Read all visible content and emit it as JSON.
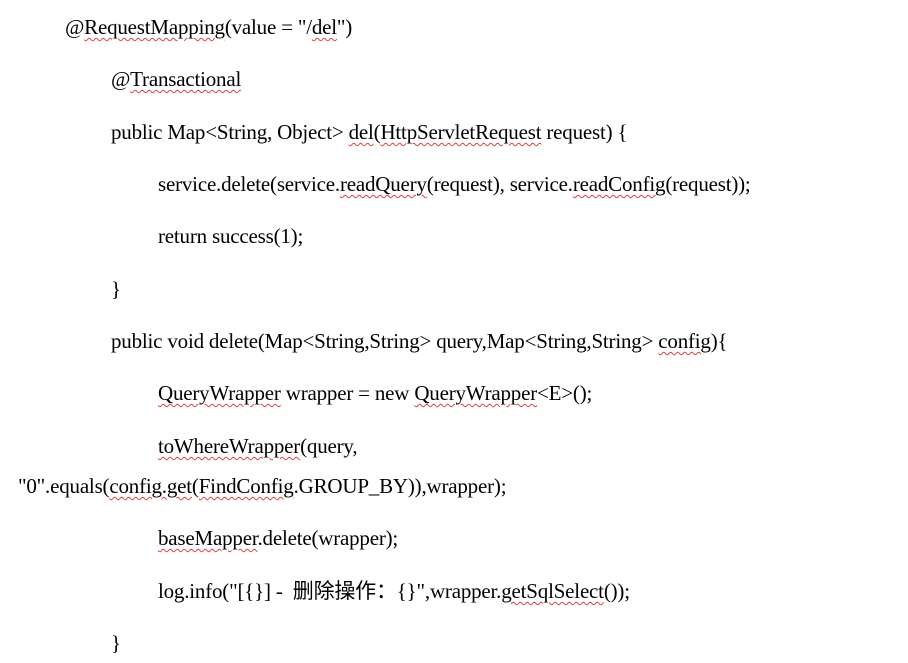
{
  "document": {
    "spellcheck_color": "#e04040",
    "lines": [
      [
        "@",
        "RequestMapping",
        "(value = \"/",
        "del",
        "\")"
      ],
      [
        "@",
        "Transactional"
      ],
      [
        "public Map<String, Object> ",
        "del",
        "(",
        "HttpServletRequest",
        " request) {"
      ],
      [
        "service.delete(service.",
        "readQuery",
        "(request), service.",
        "readConfig",
        "(request));"
      ],
      [
        "return success(1);"
      ],
      [
        "}"
      ],
      [
        "public void delete(Map<String,String> query,Map<String,String> ",
        "config",
        "){"
      ],
      [
        "QueryWrapper",
        " wrapper = new ",
        "QueryWrapper",
        "<E>();"
      ],
      [
        "toWhereWrapper",
        "(query,"
      ],
      [
        "\"0\".equals(",
        "config.get",
        "(",
        "FindConfig",
        ".GROUP_BY)),wrapper);"
      ],
      [
        "baseMapper",
        ".delete(wrapper);"
      ],
      [
        "log.info(\"[{}] -  删除操作：{}\",wrapper.",
        "getSqlSelect",
        "());"
      ],
      [
        "}"
      ]
    ]
  }
}
